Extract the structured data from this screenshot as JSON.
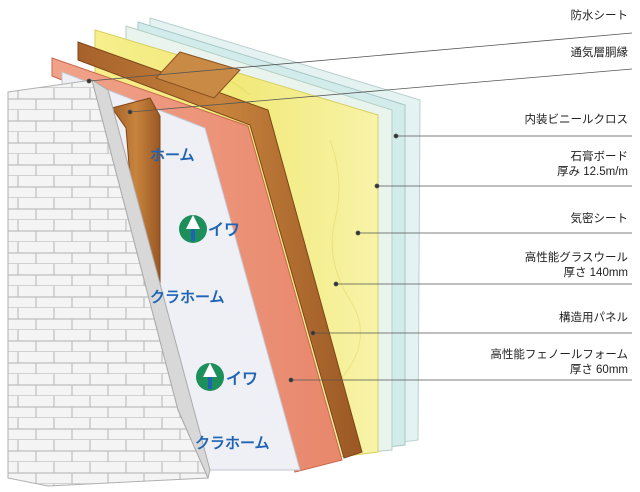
{
  "layers": [
    {
      "id": "waterproof-sheet",
      "label": "防水シート",
      "sub": ""
    },
    {
      "id": "ventilation-batten",
      "label": "通気層胴縁",
      "sub": ""
    },
    {
      "id": "interior-vinyl-cloth",
      "label": "内装ビニールクロス",
      "sub": ""
    },
    {
      "id": "gypsum-board",
      "label": "石膏ボード",
      "sub": "厚み 12.5m/m"
    },
    {
      "id": "airtight-sheet",
      "label": "気密シート",
      "sub": ""
    },
    {
      "id": "glass-wool",
      "label": "高性能グラスウール",
      "sub": "厚さ 140mm"
    },
    {
      "id": "structural-panel",
      "label": "構造用パネル",
      "sub": ""
    },
    {
      "id": "phenol-foam",
      "label": "高性能フェノールフォーム",
      "sub": "厚さ 60mm"
    }
  ],
  "brand": {
    "logo_text_a": "イワクラホーム",
    "logo_text_b": "イワ",
    "logo_text_c": "クラホーム",
    "logo_text_d": "ホーム"
  },
  "colors": {
    "wood": "#b9732f",
    "foam": "#ee9a82",
    "wool": "#f3ec86",
    "sheet": "#d9eff0",
    "brick": "#f1f1f1",
    "logo_green": "#1c8f5a",
    "logo_blue": "#1e63b4"
  }
}
